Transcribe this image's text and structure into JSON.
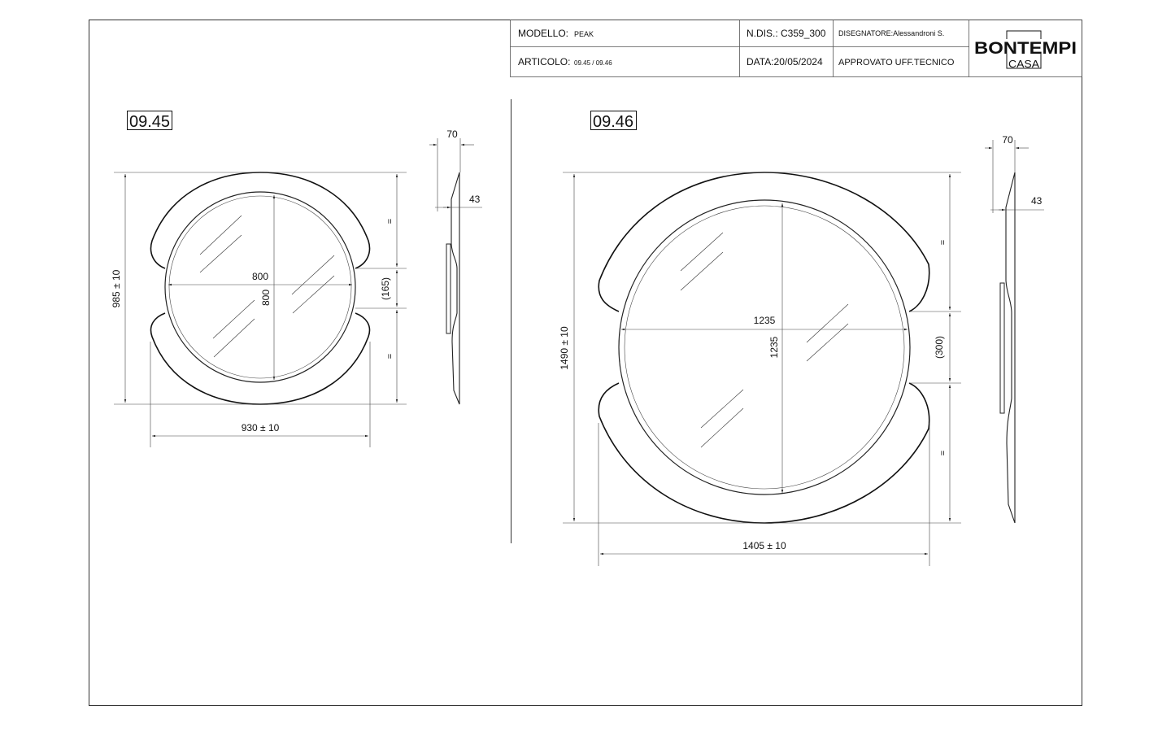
{
  "title_block": {
    "modello_label": "MODELLO:",
    "modello_value": "PEAK",
    "articolo_label": "ARTICOLO:",
    "articolo_value": "09.45 / 09.46",
    "ndis": "N.DIS.: C359_300",
    "data": "DATA:20/05/2024",
    "disegnatore": "DISEGNATORE:Alessandroni S.",
    "approvato": "APPROVATO UFF.TECNICO",
    "logo_text": "BONTEMPI",
    "logo_sub": "CASA"
  },
  "views": [
    {
      "code": "09.45",
      "mirror_width": "800",
      "mirror_height": "800",
      "overall_height": "985 ± 10",
      "overall_width": "930 ± 10",
      "gap": "(165)",
      "equal_mark": "=",
      "side_depth": "70",
      "side_thickness": "43"
    },
    {
      "code": "09.46",
      "mirror_width": "1235",
      "mirror_height": "1235",
      "overall_height": "1490 ± 10",
      "overall_width": "1405 ± 10",
      "gap": "(300)",
      "equal_mark": "=",
      "side_depth": "70",
      "side_thickness": "43"
    }
  ]
}
